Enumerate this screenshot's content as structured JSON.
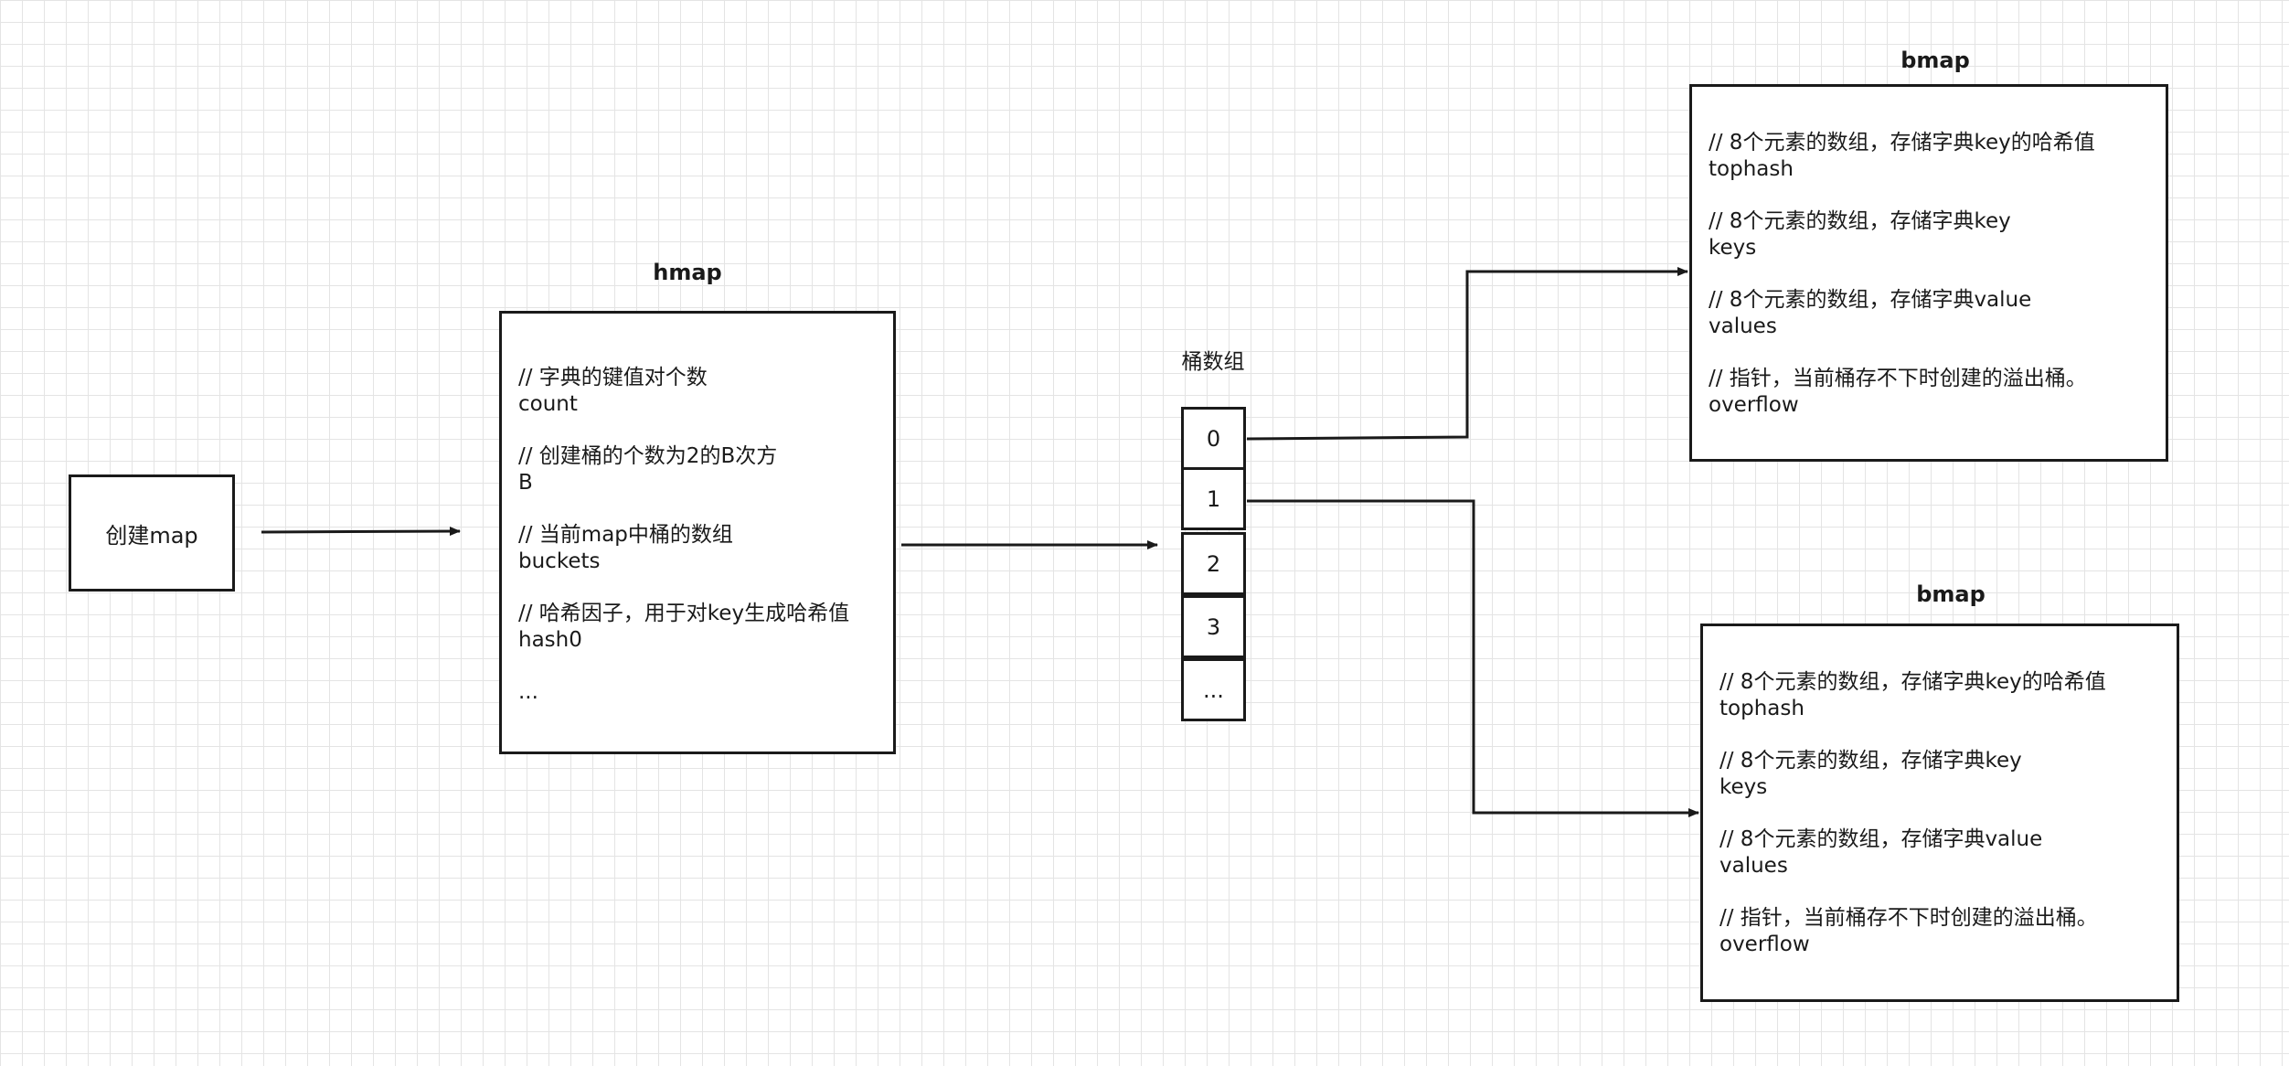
{
  "create_node": {
    "label": "创建map"
  },
  "hmap": {
    "title": "hmap",
    "fields": [
      {
        "comment": "// 字典的键值对个数",
        "name": "count"
      },
      {
        "comment": "// 创建桶的个数为2的B次方",
        "name": "B"
      },
      {
        "comment": "// 当前map中桶的数组",
        "name": "buckets"
      },
      {
        "comment": "// 哈希因子，用于对key生成哈希值",
        "name": "hash0"
      },
      {
        "comment": "",
        "name": "..."
      }
    ]
  },
  "bucket_array": {
    "title": "桶数组",
    "cells": [
      "0",
      "1",
      "2",
      "3",
      "..."
    ]
  },
  "bmaps": [
    {
      "title": "bmap",
      "fields": [
        {
          "comment": "// 8个元素的数组，存储字典key的哈希值",
          "name": "tophash"
        },
        {
          "comment": "// 8个元素的数组，存储字典key",
          "name": "keys"
        },
        {
          "comment": "// 8个元素的数组，存储字典value",
          "name": "values"
        },
        {
          "comment": "// 指针，当前桶存不下时创建的溢出桶。",
          "name": "overflow"
        }
      ]
    },
    {
      "title": "bmap",
      "fields": [
        {
          "comment": "// 8个元素的数组，存储字典key的哈希值",
          "name": "tophash"
        },
        {
          "comment": "// 8个元素的数组，存储字典key",
          "name": "keys"
        },
        {
          "comment": "// 8个元素的数组，存储字典value",
          "name": "values"
        },
        {
          "comment": "// 指针，当前桶存不下时创建的溢出桶。",
          "name": "overflow"
        }
      ]
    }
  ],
  "colors": {
    "stroke": "#1a1a1a",
    "grid": "#e4e4e4",
    "background": "#ffffff"
  }
}
